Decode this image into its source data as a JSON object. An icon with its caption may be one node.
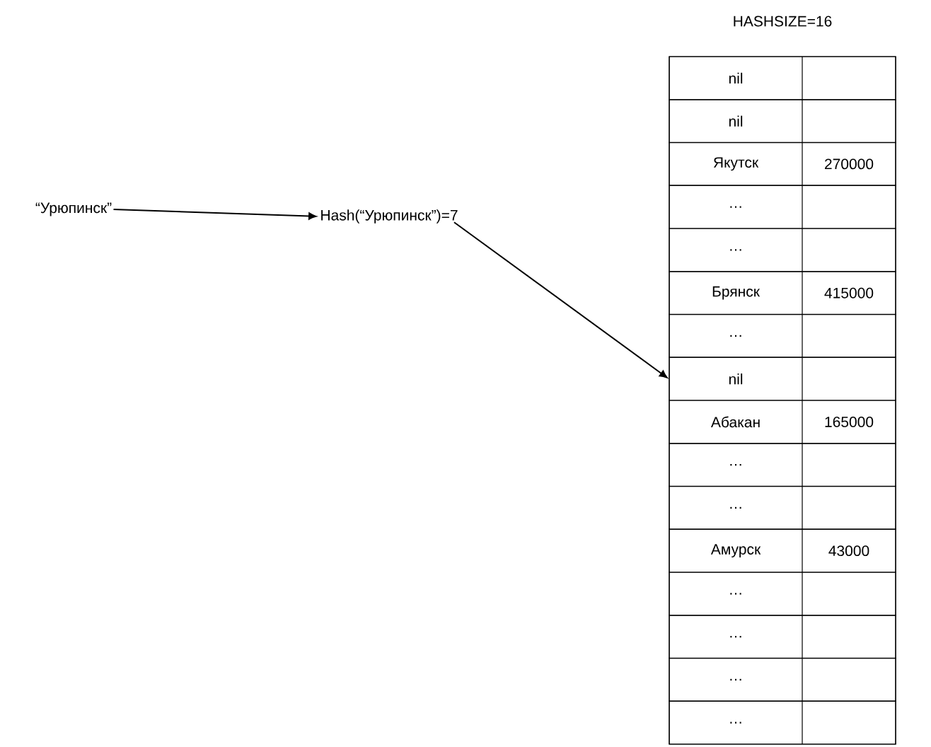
{
  "diagram": {
    "nodes": [
      {
        "text": [
          "“Урюпинск”"
        ]
      },
      {
        "text": [
          "Hash(“Урюпинск”)=7"
        ]
      },
      {
        "text": [
          "HASHSIZE=16"
        ]
      },
      {
        "text": [
          "nil"
        ],
        "in": 2
      },
      {
        "text": [
          "nil"
        ],
        "in": 2
      },
      {
        "text": [
          "Якутск",
          "270000"
        ],
        "in": 2
      },
      {
        "text": [
          "…"
        ],
        "in": 2
      },
      {
        "text": [
          "…"
        ],
        "in": 2
      },
      {
        "text": [
          "Брянск",
          "415000"
        ],
        "in": 2
      },
      {
        "text": [
          "…"
        ],
        "in": 2
      },
      {
        "text": [
          "nil"
        ],
        "in": 2
      },
      {
        "text": [
          "Абакан",
          "165000"
        ],
        "in": 2
      },
      {
        "text": [
          "…"
        ],
        "in": 2
      },
      {
        "text": [
          "…"
        ],
        "in": 2
      },
      {
        "text": [
          "Амурск",
          "43000"
        ],
        "in": 2
      },
      {
        "text": [
          "…"
        ],
        "in": 2
      },
      {
        "text": [
          "…"
        ],
        "in": 2
      },
      {
        "text": [
          "…"
        ],
        "in": 2
      },
      {
        "text": [
          "…"
        ],
        "in": 2
      }
    ],
    "edges": [
      {
        "from": 0,
        "to": 1,
        "arrow": "to"
      },
      {
        "from": 1,
        "to": 10,
        "arrow": "to"
      }
    ]
  }
}
